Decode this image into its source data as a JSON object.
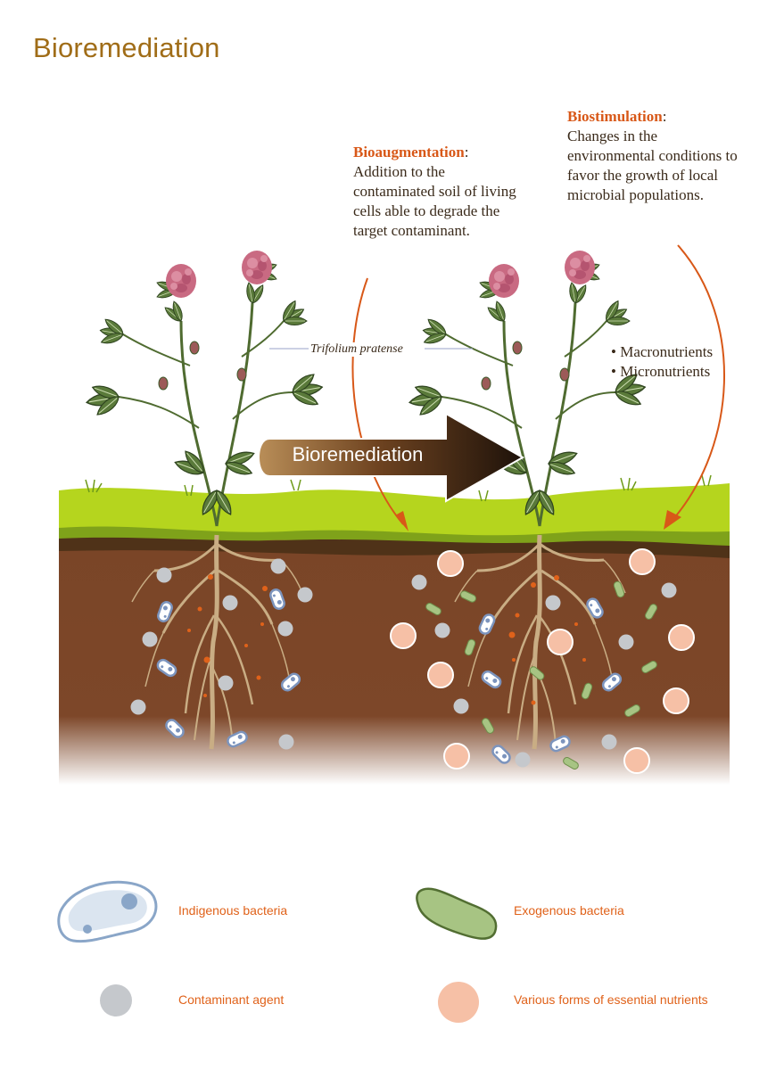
{
  "title": "Bioremediation",
  "bioaugmentation": {
    "heading": "Bioaugmentation",
    "text": "Addition to the contaminated soil of living cells able to degrade the target contaminant."
  },
  "biostimulation": {
    "heading": "Biostimulation",
    "text": "Changes in the environmental conditions to favor the growth of local microbial populations."
  },
  "species_label": "Trifolium pratense",
  "arrow_label": "Bioremediation",
  "nutrients": [
    "Macronutrients",
    "Micronutrients"
  ],
  "legend": {
    "indigenous": "Indigenous bacteria",
    "exogenous": "Exogenous bacteria",
    "contaminant": "Contaminant agent",
    "nutrients": "Various forms of essential nutrients"
  },
  "colors": {
    "title": "#a06d18",
    "accent": "#d85818",
    "soil": "#7a4527",
    "grass": "#b5d51e",
    "contaminant": "#c5c8cc",
    "nutrient": "#f6c0a6",
    "exogenous": "#a7c483",
    "indigenous": "#c6d6ea"
  }
}
